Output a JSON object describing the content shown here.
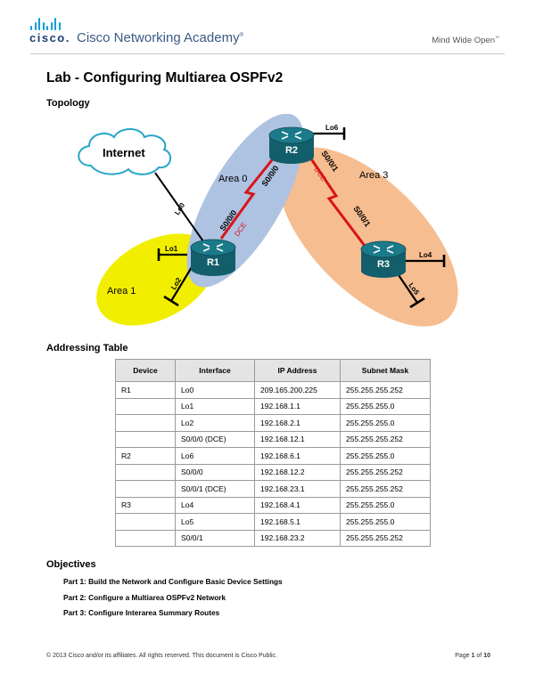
{
  "header": {
    "logo_text": "cisco.",
    "brand": "Cisco Networking Academy",
    "brand_mark": "®",
    "tagline": "Mind Wide Open",
    "tagline_mark": "™"
  },
  "title": "Lab - Configuring Multiarea OSPFv2",
  "topology": {
    "heading": "Topology",
    "cloud_label": "Internet",
    "areas": [
      "Area 0",
      "Area 1",
      "Area 3"
    ],
    "routers": [
      "R1",
      "R2",
      "R3"
    ],
    "interfaces": {
      "lo0": "Lo0",
      "lo1": "Lo1",
      "lo2": "Lo2",
      "lo4": "Lo4",
      "lo5": "Lo5",
      "lo6": "Lo6",
      "r2_s000": "S0/0/0",
      "r1_s000": "S0/0/0",
      "r2_s001": "S0/0/1",
      "r3_s001": "S0/0/1",
      "dce_r1": "DCE",
      "dce_r2": "DCE"
    },
    "colors": {
      "area0": "#aec3e2",
      "area1": "#f2ee00",
      "area3": "#f6bd90",
      "router": "#1b7a8a",
      "serial": "#d8141a",
      "loopback": "#000000"
    }
  },
  "addressing": {
    "heading": "Addressing Table",
    "columns": [
      "Device",
      "Interface",
      "IP Address",
      "Subnet Mask"
    ],
    "rows": [
      [
        "R1",
        "Lo0",
        "209.165.200.225",
        "255.255.255.252"
      ],
      [
        "",
        "Lo1",
        "192.168.1.1",
        "255.255.255.0"
      ],
      [
        "",
        "Lo2",
        "192.168.2.1",
        "255.255.255.0"
      ],
      [
        "",
        "S0/0/0 (DCE)",
        "192.168.12.1",
        "255.255.255.252"
      ],
      [
        "R2",
        "Lo6",
        "192.168.6.1",
        "255.255.255.0"
      ],
      [
        "",
        "S0/0/0",
        "192.168.12.2",
        "255.255.255.252"
      ],
      [
        "",
        "S0/0/1 (DCE)",
        "192.168.23.1",
        "255.255.255.252"
      ],
      [
        "R3",
        "Lo4",
        "192.168.4.1",
        "255.255.255.0"
      ],
      [
        "",
        "Lo5",
        "192.168.5.1",
        "255.255.255.0"
      ],
      [
        "",
        "S0/0/1",
        "192.168.23.2",
        "255.255.255.252"
      ]
    ]
  },
  "objectives": {
    "heading": "Objectives",
    "items": [
      "Part 1: Build the Network and Configure Basic Device Settings",
      "Part 2: Configure a Multiarea OSPFv2 Network",
      "Part 3: Configure Interarea Summary Routes"
    ]
  },
  "footer": {
    "copyright": "© 2013 Cisco and/or its affiliates. All rights reserved. This document is Cisco Public.",
    "page_prefix": "Page ",
    "page_current": "1",
    "page_of": " of ",
    "page_total": "10"
  }
}
